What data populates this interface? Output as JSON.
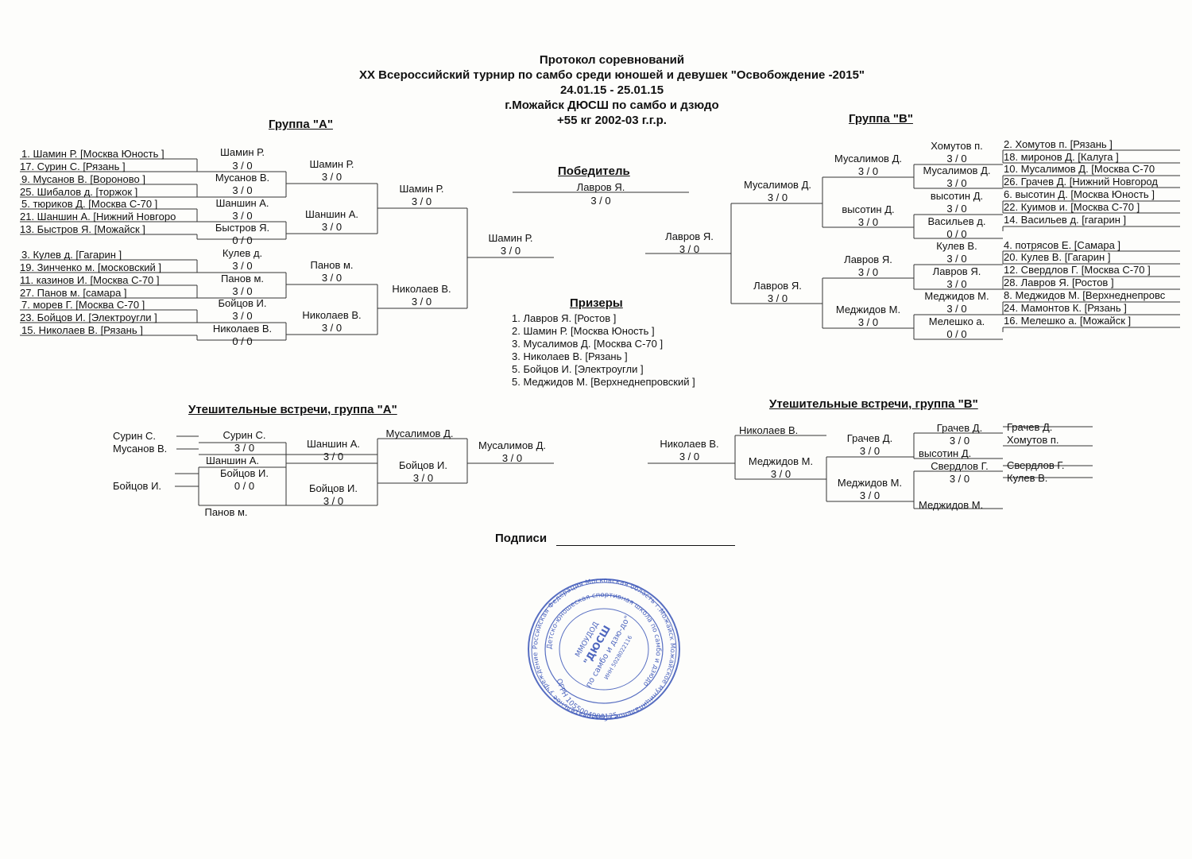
{
  "header": {
    "line1": "Протокол соревнований",
    "line2": "XX Всероссийский турнир по самбо среди юношей и девушек \"Освобождение -2015\"",
    "line3": "24.01.15 - 25.01.15",
    "line4": "г.Можайск ДЮСШ по самбо и дзюдо",
    "line5": "+55 кг 2002-03 г.г.р."
  },
  "groupA": {
    "title": "Группа  \"А\"",
    "entrants": [
      "1. Шамин Р.  [Москва Юность   ]",
      "17. Сурин С.  [Рязань   ]",
      "9. Мусанов В.  [Вороново   ]",
      "25. Шибалов д.  [торжок   ]",
      "5. тюриков Д.  [Москва С-70   ]",
      "21. Шаншин А.  [Нижний Новгоро",
      "13. Быстров Я.  [Можайск   ]",
      "3. Кулев д.  [Гагарин   ]",
      "19. Зинченко м.  [московский   ]",
      "11. казинов И.  [Москва С-70   ]",
      "27. Панов м.  [самара   ]",
      "7. морев Г.  [Москва С-70   ]",
      "23. Бойцов И.  [Электроугли   ]",
      "15. Николаев В.  [Рязань   ]"
    ],
    "r1": [
      {
        "name": "Шамин Р.",
        "score": "3  /  0"
      },
      {
        "name": "Мусанов В.",
        "score": "3  /  0"
      },
      {
        "name": "Шаншин А.",
        "score": "3  /  0"
      },
      {
        "name": "Быстров Я.",
        "score": "0  /  0"
      },
      {
        "name": "Кулев д.",
        "score": "3  /  0"
      },
      {
        "name": "Панов м.",
        "score": "3  /  0"
      },
      {
        "name": "Бойцов И.",
        "score": "3  /  0"
      },
      {
        "name": "Николаев В.",
        "score": "0  /  0"
      }
    ],
    "r2": [
      {
        "name": "Шамин Р.",
        "score": "3  /  0"
      },
      {
        "name": "Шаншин А.",
        "score": "3  /  0"
      },
      {
        "name": "Панов м.",
        "score": "3  /  0"
      },
      {
        "name": "Николаев В.",
        "score": "3  /  0"
      }
    ],
    "r3": [
      {
        "name": "Шамин Р.",
        "score": "3  /  0"
      },
      {
        "name": "Николаев В.",
        "score": "3  /  0"
      }
    ],
    "final": {
      "name": "Шамин Р.",
      "score": "3  /  0"
    }
  },
  "groupB": {
    "title": "Группа  \"В\"",
    "entrants": [
      "2. Хомутов п.  [Рязань   ]",
      "18. миронов Д.  [Калуга   ]",
      "10. Мусалимов Д.  [Москва С-70",
      "26. Грачев Д.  [Нижний Новгород",
      "6. высотин Д.  [Москва Юность   ]",
      "22. Куимов и.  [Москва С-70   ]",
      "14. Васильев д.  [гагарин   ]",
      "4. потрясов Е.  [Самара   ]",
      "20. Кулев В.  [Гагарин   ]",
      "12. Свердлов Г.  [Москва С-70   ]",
      "28. Лавров Я.  [Ростов   ]",
      "8. Меджидов М.  [Верхнеднепровс",
      "24. Мамонтов К.  [Рязань   ]",
      "16. Мелешко а.  [Можайск   ]"
    ],
    "r1": [
      {
        "name": "Хомутов п.",
        "score": "3  /  0"
      },
      {
        "name": "Мусалимов Д.",
        "score": "3  /  0"
      },
      {
        "name": "высотин Д.",
        "score": "3  /  0"
      },
      {
        "name": "Васильев д.",
        "score": "0  /  0"
      },
      {
        "name": "Кулев В.",
        "score": "3  /  0"
      },
      {
        "name": "Лавров Я.",
        "score": "3  /  0"
      },
      {
        "name": "Меджидов М.",
        "score": "3  /  0"
      },
      {
        "name": "Мелешко а.",
        "score": "0  /  0"
      }
    ],
    "r2": [
      {
        "name": "Мусалимов Д.",
        "score": "3  /  0"
      },
      {
        "name": "высотин Д.",
        "score": "3  /  0"
      },
      {
        "name": "Лавров Я.",
        "score": "3  /  0"
      },
      {
        "name": "Меджидов М.",
        "score": "3  /  0"
      }
    ],
    "r3": [
      {
        "name": "Мусалимов Д.",
        "score": "3  /  0"
      },
      {
        "name": "Лавров Я.",
        "score": "3  /  0"
      }
    ],
    "final": {
      "name": "Лавров Я.",
      "score": "3  /  0"
    }
  },
  "winner": {
    "title": "Победитель",
    "name": "Лавров Я.",
    "score": "3  /  0"
  },
  "prizes": {
    "title": "Призеры",
    "items": [
      "1. Лавров Я.    [Ростов   ]",
      "2. Шамин Р.    [Москва Юность   ]",
      "3. Мусалимов Д.    [Москва С-70   ]",
      "3. Николаев В.    [Рязань   ]",
      "5. Бойцов И.    [Электроугли   ]",
      "5. Меджидов М.    [Верхнеднепровский   ]"
    ]
  },
  "consA": {
    "title": "Утешительные встречи, группа \"А\"",
    "e1": "Сурин С.",
    "e2": "Мусанов В.",
    "e3": "Бойцов И.",
    "w1": {
      "name": "Сурин С.",
      "score": "3  /  0"
    },
    "w1b": "Шаншин А.",
    "w2": {
      "name": "Бойцов И.",
      "score": "0  /  0"
    },
    "w2b": "Панов м.",
    "s1": {
      "name": "Шаншин А.",
      "score": "3  /  0"
    },
    "s2": {
      "name": "Бойцов И.",
      "score": "3  /  0"
    },
    "f1": "Мусалимов Д.",
    "f2": {
      "name": "Бойцов И.",
      "score": "3  /  0"
    },
    "fw": {
      "name": "Мусалимов Д.",
      "score": "3  /  0"
    }
  },
  "consB": {
    "title": "Утешительные встречи, группа \"В\"",
    "left": {
      "name": "Николаев В.",
      "score": "3  /  0"
    },
    "l1": "Николаев В.",
    "l2": {
      "name": "Меджидов М.",
      "score": "3  /  0"
    },
    "m1": {
      "name": "Грачев Д.",
      "score": "3  /  0"
    },
    "m2": {
      "name": "Меджидов М.",
      "score": "3  /  0"
    },
    "n1": {
      "name": "Грачев Д.",
      "score": "3  /  0"
    },
    "n1b": "высотин Д.",
    "n2": {
      "name": "Свердлов Г.",
      "score": "3  /  0"
    },
    "n2b": "Меджидов М.",
    "e1": "Грачев Д.",
    "e2": "Хомутов п.",
    "e3": "Свердлов Г.",
    "e4": "Кулев В."
  },
  "signature": {
    "label": "Подписи"
  },
  "stamp": {
    "ring_text": "Российская Федерация Московская область г.Можайск Можайское муниципальное образовательное учреждение дополнительного образования детей",
    "inner_text": "Детско-юношеская спортивная школа по самбо и дзюдо",
    "center1": "ММОУДОД",
    "center2": "\"ДЮСШ",
    "center3": "по самбо и дзю-до\"",
    "inn": "ИНН 5028022116",
    "ogrn": "ОГРН 1055004900125",
    "color": "#3a55b8"
  },
  "colors": {
    "ink": "#111111",
    "line": "#333333"
  }
}
